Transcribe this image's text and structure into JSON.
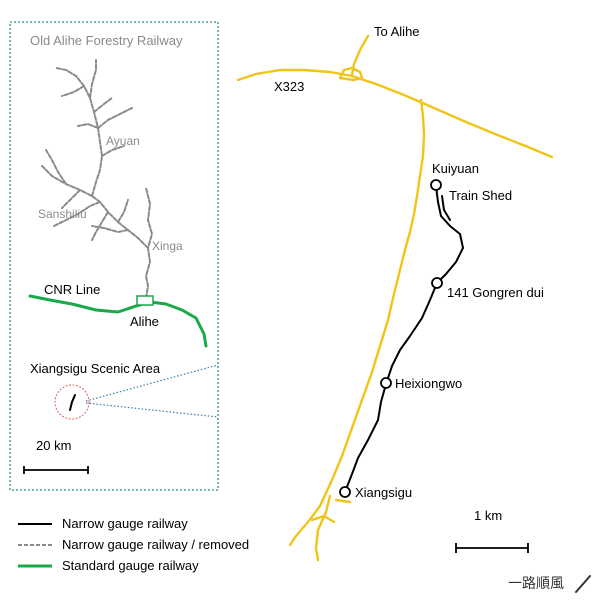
{
  "colors": {
    "road": "#f0c419",
    "narrow_gauge": "#000000",
    "removed": "#8a8a8a",
    "standard_gauge": "#1aa84a",
    "inset_border": "#2a8a8a",
    "scenic_circle": "#e06060",
    "connector": "#3a7fa8"
  },
  "inset": {
    "title": "Old Alihe Forestry Railway",
    "labels": {
      "ayuan": "Ayuan",
      "sanshiliu": "Sanshiliu",
      "xinga": "Xinga",
      "cnr_line": "CNR Line",
      "alihe": "Alihe",
      "scenic_area": "Xiangsigu Scenic Area"
    },
    "scale_label": "20 km"
  },
  "main_map": {
    "road_name": "X323",
    "to_label": "To Alihe",
    "stations": {
      "kuiyuan": "Kuiyuan",
      "train_shed": "Train Shed",
      "gongren_dui": "141 Gongren dui",
      "heixiongwo": "Heixiongwo",
      "xiangsigu": "Xiangsigu"
    },
    "scale_label": "1 km"
  },
  "legend": {
    "items": [
      {
        "label": "Narrow gauge railway",
        "style": "solid-black"
      },
      {
        "label": "Narrow gauge railway / removed",
        "style": "dashed-grey"
      },
      {
        "label": "Standard gauge railway",
        "style": "solid-green"
      }
    ]
  },
  "signature": "一路順風"
}
